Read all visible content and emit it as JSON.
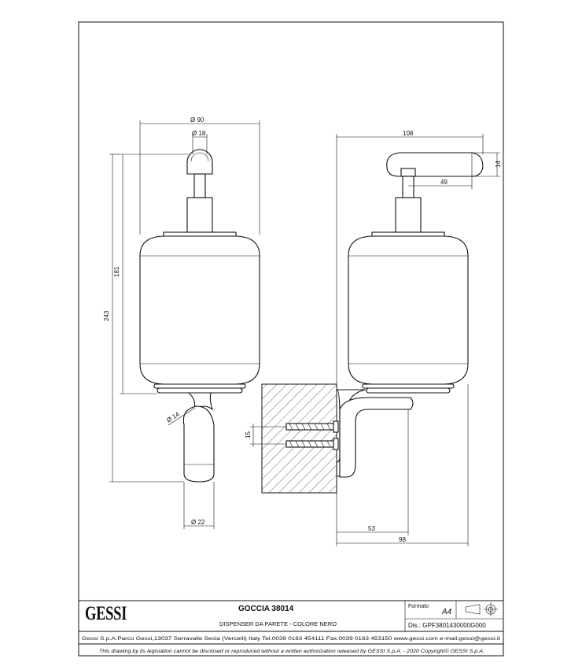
{
  "drawing": {
    "front": {
      "dia_body": "Ø 90",
      "dia_knob": "Ø 18",
      "height_body": "181",
      "height_total": "243",
      "dia_spout": "Ø 14",
      "dia_bottom": "Ø 22"
    },
    "side": {
      "width": "108",
      "knob_h": "14",
      "knob_off": "49",
      "screw_spacing": "15",
      "wall_to_body": "53",
      "wall_to_front": "98"
    }
  },
  "title_block": {
    "brand": "GESSI",
    "product": "GOCCIA 38014",
    "description": "DISPENSER DA PARETE - COLORE NERO",
    "format_label": "Formato",
    "format_value": "A4",
    "dis": "Dis.: GPF3801430000G000",
    "company": "Gessi S.p.A.Parco Gessi,13037 Serravalle Sesia (Vercelli) Italy Tel.0039 0163 454111 Fax.0039 0163 453150 www.gessi.com e-mail:gessi@gessi.it",
    "copyright": "This drawing by its legislation cannot be disclosed or reproduced without a written authorization released by GESSI S.p.A. - 2020 Copyright© GESSI S.p.A."
  },
  "icons": [
    "projection-symbol-icon"
  ]
}
